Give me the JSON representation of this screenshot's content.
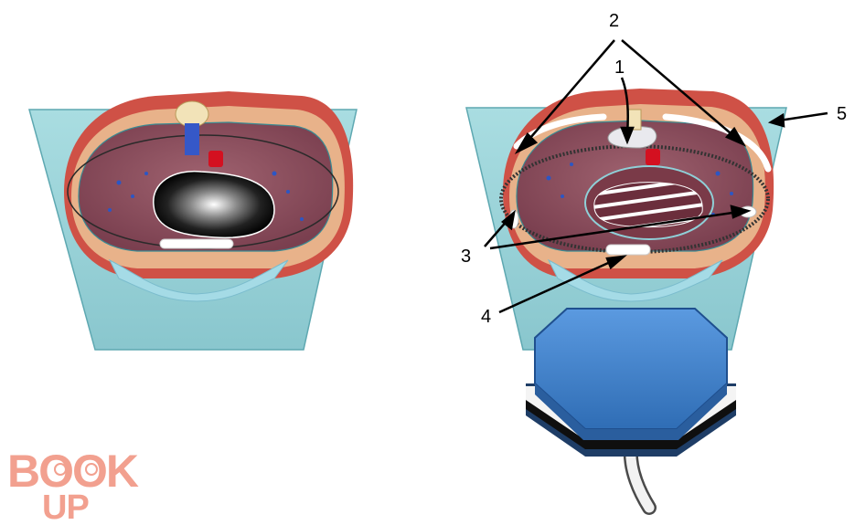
{
  "callouts": [
    "1",
    "2",
    "3",
    "4",
    "5"
  ],
  "logo": {
    "line1": "BOOK",
    "line2": "UP"
  },
  "colors": {
    "frame": "#8fcfd6",
    "frame_edge": "#4f9aa3",
    "lung": "#8d5160",
    "muscle": "#c8463e",
    "skin": "#e7b08a",
    "heart_vessel": "#d01020",
    "vein": "#2c56c4",
    "device_top": "#3a79c4",
    "device_side": "#1f4f8e",
    "logo": "#f2a08f"
  }
}
